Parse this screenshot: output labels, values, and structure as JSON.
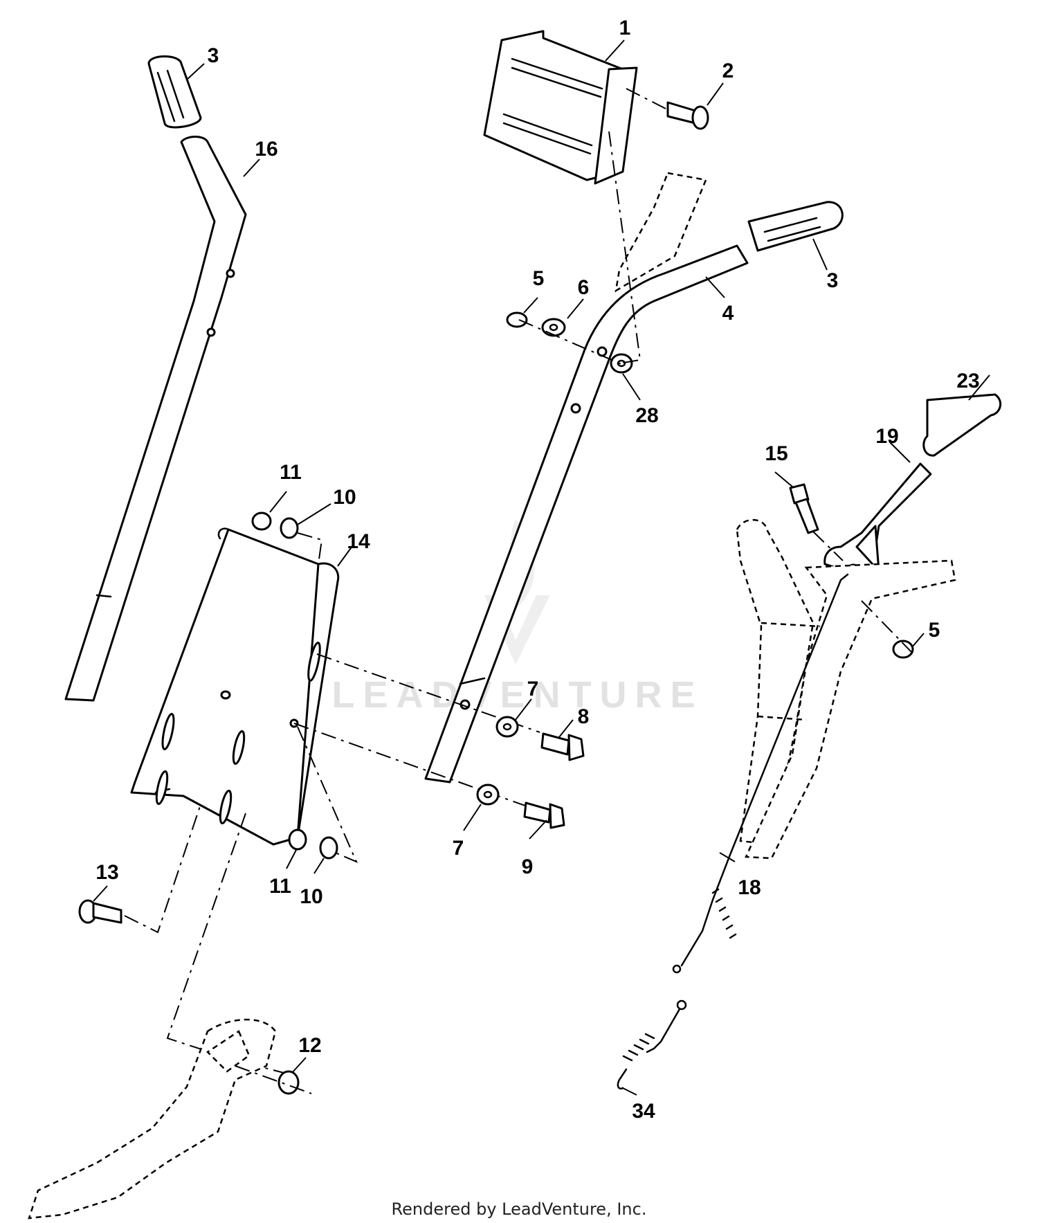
{
  "watermark": {
    "text": "LEADVENTURE"
  },
  "footer": {
    "text": "Rendered by LeadVenture, Inc."
  },
  "callouts": [
    "1",
    "2",
    "3",
    "16",
    "3",
    "5",
    "6",
    "4",
    "28",
    "23",
    "19",
    "15",
    "11",
    "10",
    "14",
    "5",
    "7",
    "8",
    "7",
    "9",
    "13",
    "11",
    "10",
    "18",
    "12",
    "34"
  ]
}
